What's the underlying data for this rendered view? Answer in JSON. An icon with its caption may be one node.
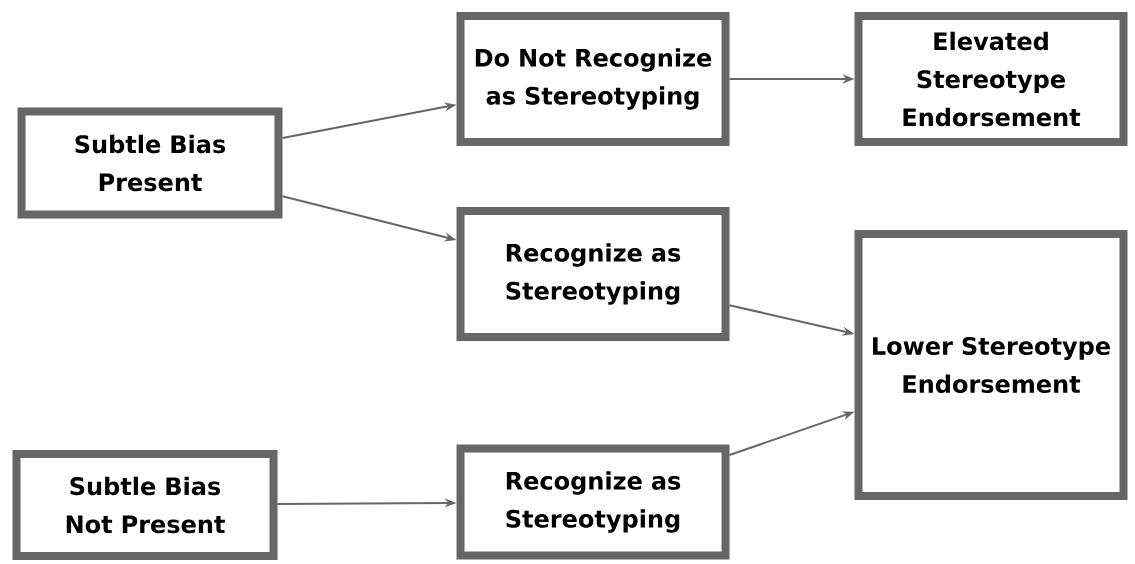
{
  "diagram": {
    "nodes": [
      {
        "text": [
          "Subtle Bias Present"
        ]
      },
      {
        "text": [
          "Do Not Recognize as Stereotyping"
        ]
      },
      {
        "text": [
          "Elevated Stereotype Endorsement"
        ]
      },
      {
        "text": [
          "Recognize as Stereotyping"
        ]
      },
      {
        "text": [
          "Lower Stereotype Endorsement"
        ]
      },
      {
        "text": [
          "Subtle Bias Not Present"
        ]
      },
      {
        "text": [
          "Recognize as Stereotyping"
        ]
      }
    ],
    "edges": [
      {
        "from": 0,
        "to": 1,
        "arrow": "to"
      },
      {
        "from": 0,
        "to": 3,
        "arrow": "to"
      },
      {
        "from": 1,
        "to": 2,
        "arrow": "to"
      },
      {
        "from": 3,
        "to": 4,
        "arrow": "to"
      },
      {
        "from": 6,
        "to": 4,
        "arrow": "to"
      },
      {
        "from": 5,
        "to": 6,
        "arrow": "to"
      }
    ]
  }
}
